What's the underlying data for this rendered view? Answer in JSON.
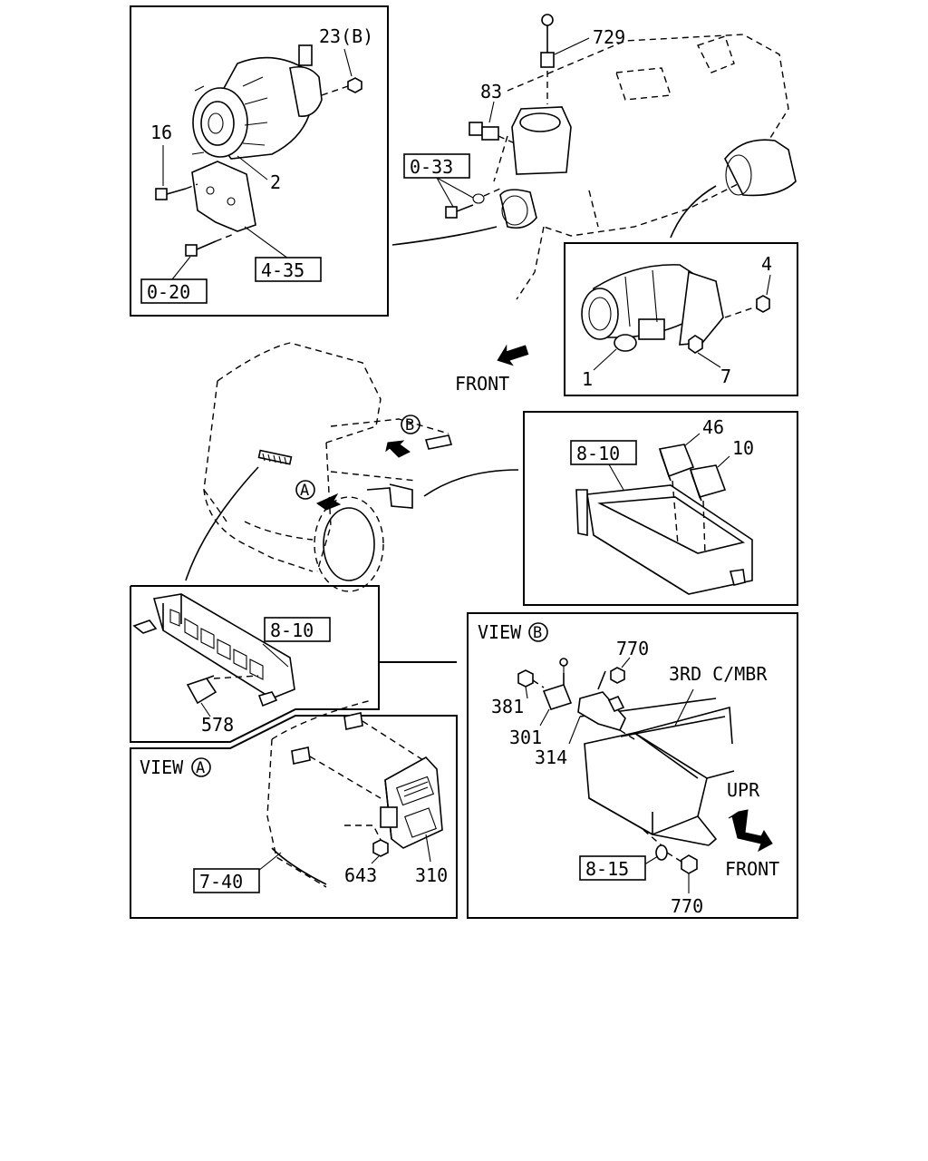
{
  "callouts": {
    "c23b": "23(B)",
    "c729": "729",
    "c83": "83",
    "c16": "16",
    "c2": "2",
    "c4": "4",
    "c7": "7",
    "c1": "1",
    "c46": "46",
    "c10": "10",
    "c578": "578",
    "c770a": "770",
    "c381": "381",
    "c301": "301",
    "c314": "314",
    "c643": "643",
    "c310": "310",
    "c770b": "770"
  },
  "refs": {
    "r020": "0-20",
    "r435": "4-35",
    "r033": "0-33",
    "r810a": "8-10",
    "r810b": "8-10",
    "r740": "7-40",
    "r815": "8-15"
  },
  "labels": {
    "front_top": "FRONT",
    "view_a": "VIEW",
    "view_a_letter": "A",
    "view_b": "VIEW",
    "view_b_letter": "B",
    "truck_a": "A",
    "truck_b": "B",
    "third_mbr": "3RD C/MBR",
    "upr": "UPR",
    "front_b": "FRONT"
  }
}
